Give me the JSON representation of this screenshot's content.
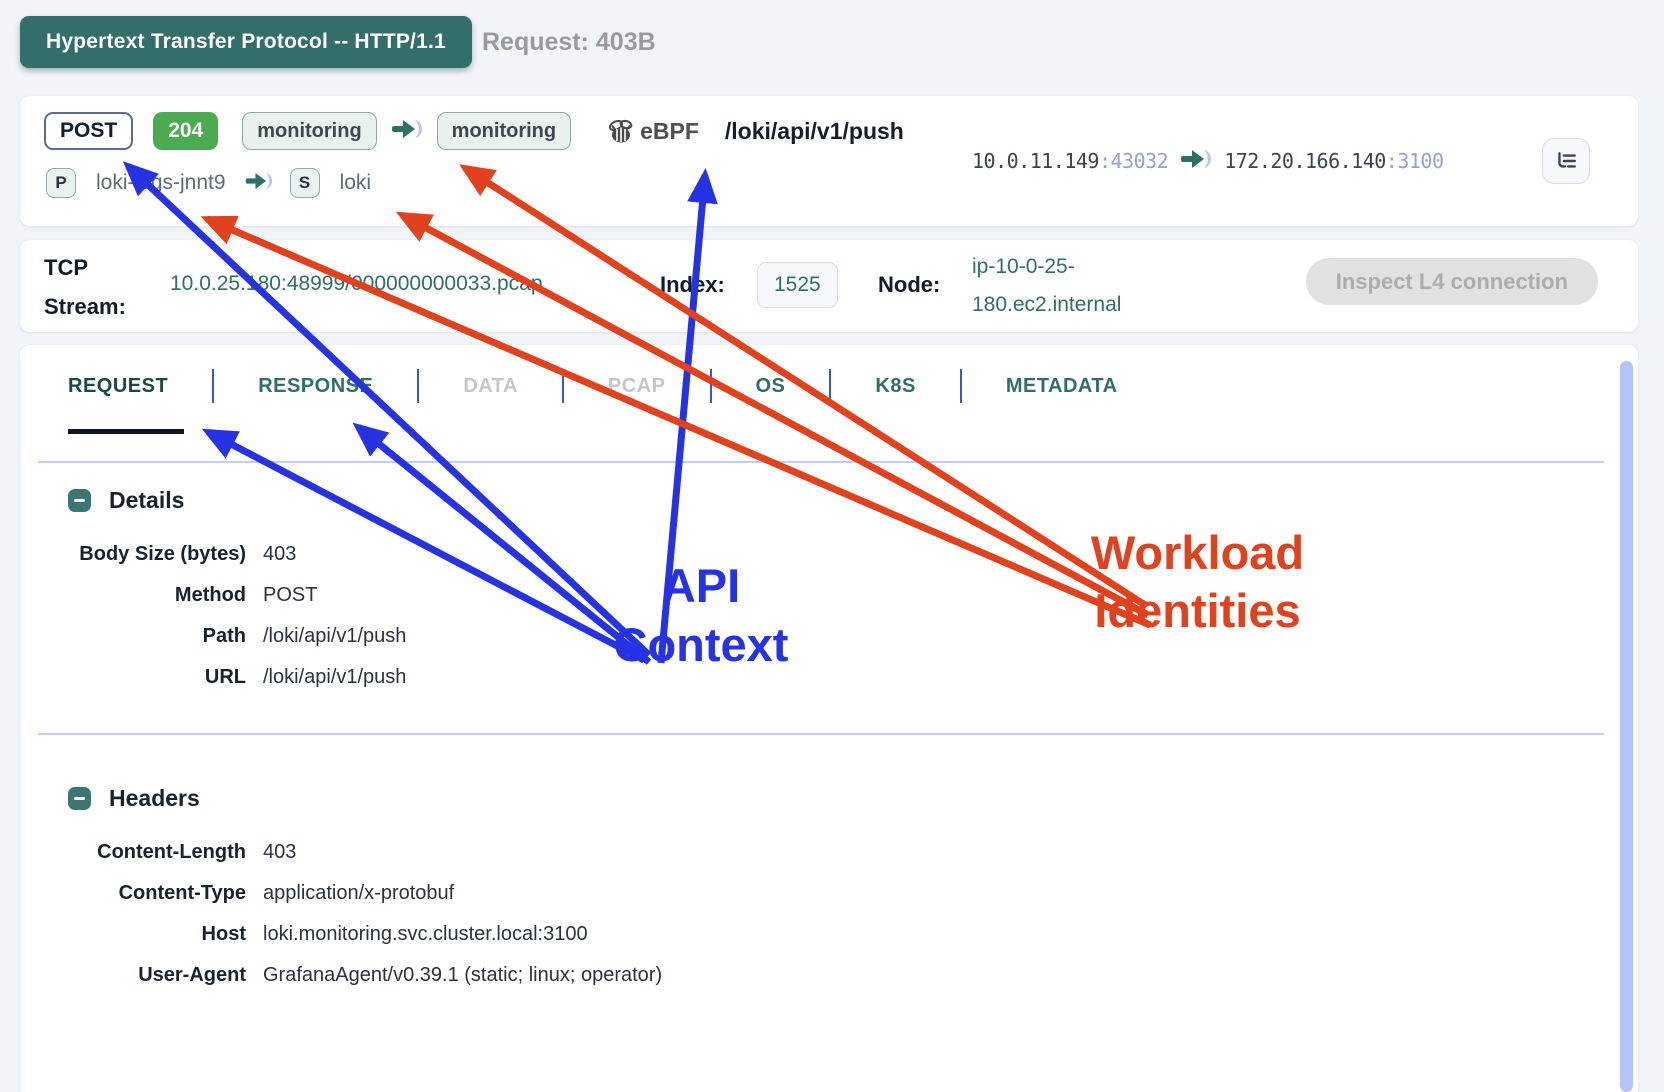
{
  "header": {
    "protocol_badge": "Hypertext Transfer Protocol -- HTTP/1.1",
    "request_size": "Request: 403B"
  },
  "summary": {
    "method": "POST",
    "status_code": "204",
    "src_namespace": "monitoring",
    "dst_namespace": "monitoring",
    "ebpf_label": "eBPF",
    "path": "/loki/api/v1/push",
    "src_ip": "10.0.11.149",
    "src_port": ":43032",
    "dst_ip": "172.20.166.140",
    "dst_port": ":3100",
    "pod_initial": "P",
    "pod_name": "loki-logs-jnnt9",
    "service_initial": "S",
    "service_name": "loki"
  },
  "stream": {
    "label": "TCP Stream:",
    "pcap_link": "10.0.25.180:48999/000000000033.pcap",
    "index_label": "Index:",
    "index_value": "1525",
    "node_label": "Node:",
    "node_link": "ip-10-0-25-180.ec2.internal",
    "inspect_button": "Inspect L4 connection"
  },
  "tabs": [
    {
      "label": "REQUEST",
      "state": "active"
    },
    {
      "label": "RESPONSE",
      "state": "normal"
    },
    {
      "label": "DATA",
      "state": "disabled"
    },
    {
      "label": "PCAP",
      "state": "disabled"
    },
    {
      "label": "OS",
      "state": "normal"
    },
    {
      "label": "K8S",
      "state": "normal"
    },
    {
      "label": "METADATA",
      "state": "normal"
    }
  ],
  "details": {
    "title": "Details",
    "rows": [
      {
        "label": "Body Size (bytes)",
        "value": "403"
      },
      {
        "label": "Method",
        "value": "POST"
      },
      {
        "label": "Path",
        "value": "/loki/api/v1/push"
      },
      {
        "label": "URL",
        "value": "/loki/api/v1/push"
      }
    ]
  },
  "headers_section": {
    "title": "Headers",
    "rows": [
      {
        "label": "Content-Length",
        "value": "403"
      },
      {
        "label": "Content-Type",
        "value": "application/x-protobuf"
      },
      {
        "label": "Host",
        "value": "loki.monitoring.svc.cluster.local:3100"
      },
      {
        "label": "User-Agent",
        "value": "GrafanaAgent/v0.39.1 (static; linux; operator)"
      }
    ]
  },
  "annotations": {
    "api_line1": "API",
    "api_line2": "Context",
    "workload_line1": "Workload",
    "workload_line2": "Identities",
    "blue": "#2633e3",
    "red": "#e2411d"
  },
  "colors": {
    "accent_teal": "#2f6f68",
    "protocol_badge_bg": "#336e6a",
    "status_green": "#4cab51",
    "tab_separator_blue": "#3c55c8",
    "scrollbar": "#b6c3f8"
  }
}
